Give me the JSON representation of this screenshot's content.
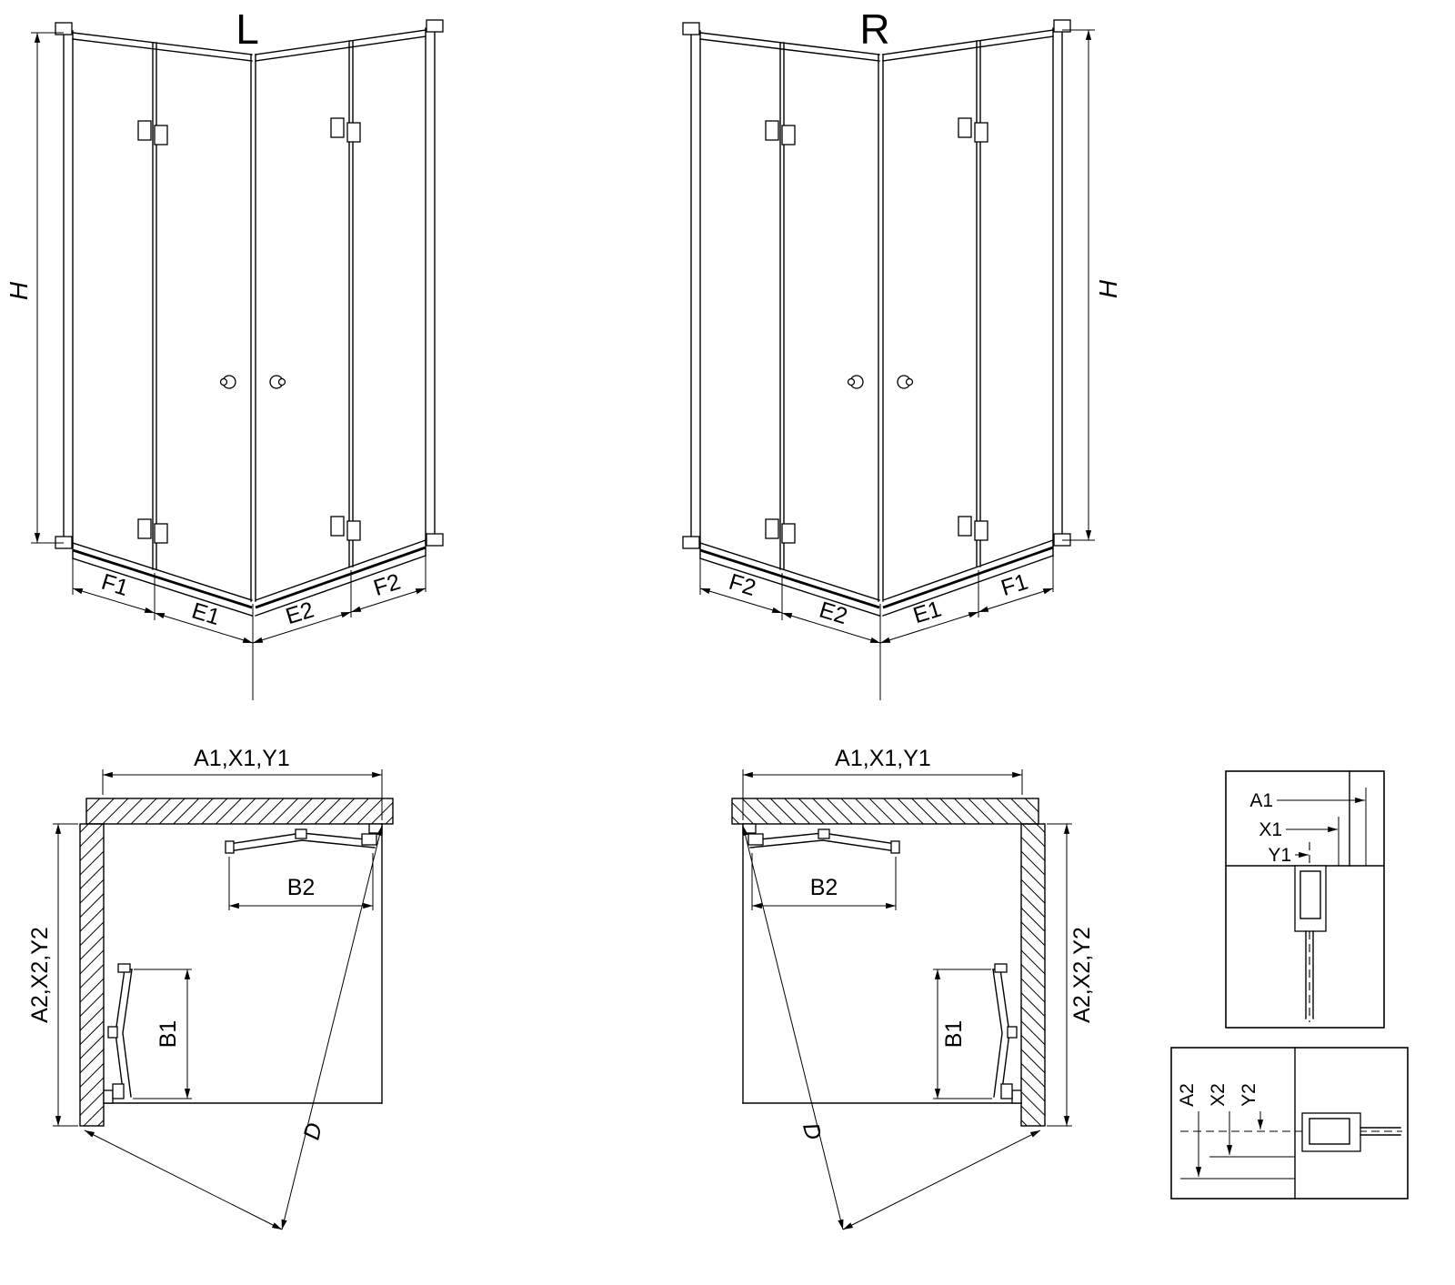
{
  "sheet": {
    "background": "#ffffff",
    "line_color": "#000000"
  },
  "left_view": {
    "label": "L",
    "height_dim": "H",
    "dim_f1": "F1",
    "dim_e1": "E1",
    "dim_e2": "E2",
    "dim_f2": "F2"
  },
  "right_view": {
    "label": "R",
    "height_dim": "H",
    "dim_f1": "F1",
    "dim_e1": "E1",
    "dim_e2": "E2",
    "dim_f2": "F2"
  },
  "left_plan": {
    "width_dim": "A1,X1,Y1",
    "depth_dim": "A2,X2,Y2",
    "dim_b1": "B1",
    "dim_b2": "B2",
    "dim_d": "D"
  },
  "right_plan": {
    "width_dim": "A1,X1,Y1",
    "depth_dim": "A2,X2,Y2",
    "dim_b1": "B1",
    "dim_b2": "B2",
    "dim_d": "D"
  },
  "detail_top": {
    "dim_a1": "A1",
    "dim_x1": "X1",
    "dim_y1": "Y1"
  },
  "detail_bottom": {
    "dim_a2": "A2",
    "dim_x2": "X2",
    "dim_y2": "Y2"
  }
}
